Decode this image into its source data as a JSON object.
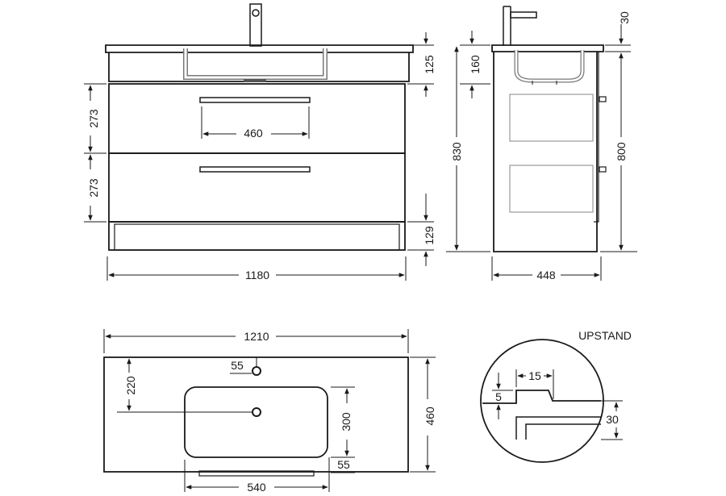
{
  "front_view": {
    "dim_1180": "1180",
    "dim_125": "125",
    "dim_273_top": "273",
    "dim_273_bottom": "273",
    "dim_460": "460",
    "dim_129": "129"
  },
  "side_view": {
    "dim_30": "30",
    "dim_160": "160",
    "dim_830": "830",
    "dim_800": "800",
    "dim_448": "448"
  },
  "top_view": {
    "dim_1210": "1210",
    "dim_220": "220",
    "dim_55_top": "55",
    "dim_300": "300",
    "dim_460": "460",
    "dim_55_bottom": "55",
    "dim_540": "540"
  },
  "upstand_detail": {
    "title": "UPSTAND",
    "dim_15": "15",
    "dim_5": "5",
    "dim_30": "30"
  }
}
